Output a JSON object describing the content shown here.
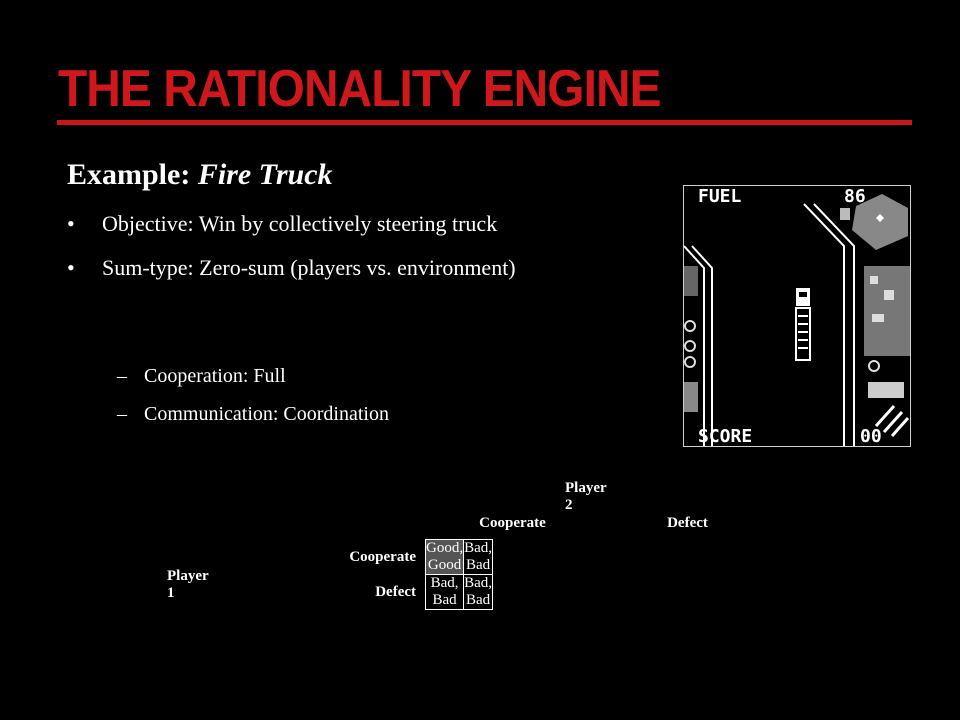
{
  "slide": {
    "title": "THE RATIONALITY ENGINE",
    "subtitle_prefix": "Example: ",
    "subtitle_italic": "Fire Truck",
    "bullets": [
      "Objective: Win by collectively steering truck",
      "Sum-type: Zero-sum (players vs. environment)"
    ],
    "sub_bullets": [
      "Cooperation: Full",
      "Communication: Coordination"
    ],
    "bullet_glyph": "•",
    "dash_glyph": "–"
  },
  "game": {
    "fuel_label": "FUEL",
    "fuel_value": "86",
    "score_label": "SCORE",
    "score_value": "00"
  },
  "matrix": {
    "player2": "Player 2",
    "player1": "Player 1",
    "col_headers": [
      "Cooperate",
      "Defect"
    ],
    "row_headers": [
      "Cooperate",
      "Defect"
    ],
    "cells": [
      [
        "Good, Good",
        "Bad, Bad"
      ],
      [
        "Bad, Bad",
        "Bad, Bad"
      ]
    ],
    "highlight_color": "#555555"
  }
}
